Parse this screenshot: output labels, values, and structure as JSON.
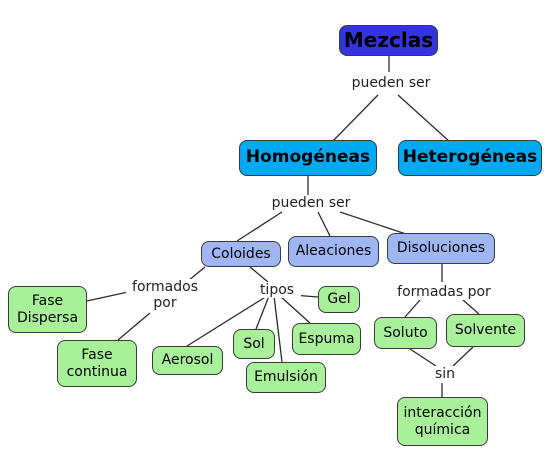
{
  "nodes": {
    "mezclas": "Mezclas",
    "homogeneas": "Homogéneas",
    "heterogeneas": "Heterogéneas",
    "coloides": "Coloides",
    "aleaciones": "Aleaciones",
    "disoluciones": "Disoluciones",
    "fase_dispersa": "Fase\nDispersa",
    "fase_continua": "Fase\ncontinua",
    "aerosol": "Aerosol",
    "sol": "Sol",
    "emulsion": "Emulsión",
    "espuma": "Espuma",
    "gel": "Gel",
    "soluto": "Soluto",
    "solvente": "Solvente",
    "interaccion_quimica": "interacción\nquímica"
  },
  "links": {
    "pueden_ser_1": "pueden ser",
    "pueden_ser_2": "pueden ser",
    "formados_por": "formados\npor",
    "tipos": "tipos",
    "formadas_por": "formadas por",
    "sin": "sin"
  },
  "colors": {
    "root": "#3333e0",
    "level1": "#00aaf2",
    "level2": "#9fb6f2",
    "leaf": "#a9f09a",
    "line": "#2b2b2b"
  }
}
